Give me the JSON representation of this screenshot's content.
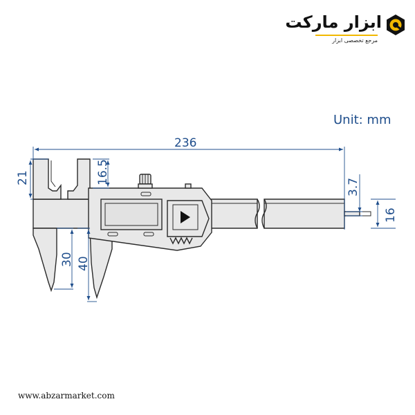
{
  "brand": {
    "name": "ابزار مارکت",
    "tagline": "مرجع تخصصی ابزار",
    "accent": "#f2b800",
    "logo_icon": "wrench-gear-icon"
  },
  "unit_label": "Unit: mm",
  "dimensions": {
    "overall_length": "236",
    "outside_jaw_depth": "16.5",
    "inside_jaw_height": "21",
    "depth_rod": "3.7",
    "beam_width": "16",
    "measuring_jaw_30": "30",
    "measuring_jaw_40": "40"
  },
  "footer_url": "www.abzarmarket.com",
  "colors": {
    "dimension": "#1f4e8c",
    "outline": "#2a2a2a",
    "body": "#e8e8e8"
  }
}
